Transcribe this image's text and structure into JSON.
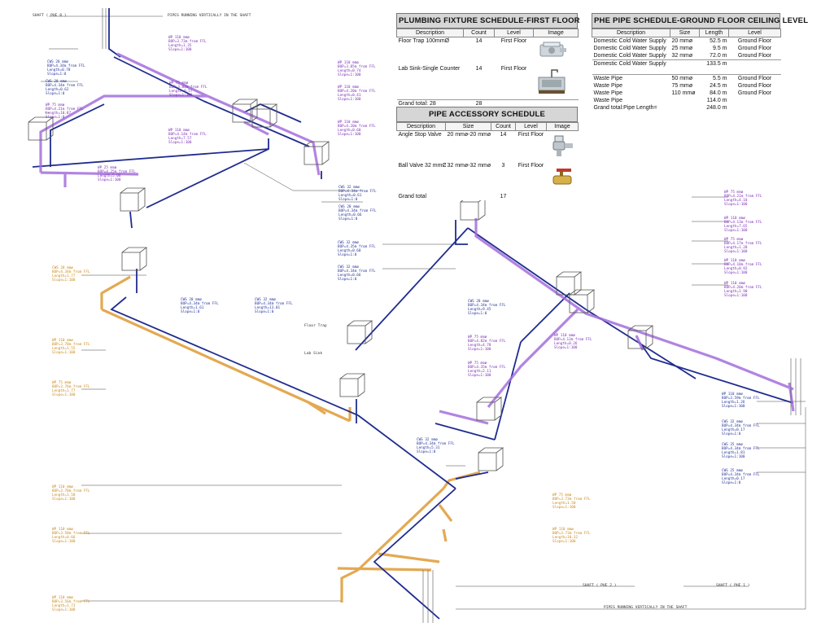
{
  "annotations": {
    "shaft_top": "SHAFT ( PHE 8 )",
    "pipes_top": "PIPES RUNNING VERTICALLY IN THE SHAFT",
    "shaft_bottom_1": "SHAFT ( PHE 2 )",
    "shaft_bottom_2": "SHAFT ( PHE 1 )",
    "pipes_bottom": "PIPES RUNNING VERTICALLY IN THE SHAFT",
    "floor_trap": "Floor Trap",
    "lab_sink": "Lab Sink"
  },
  "fixture_schedule": {
    "title": "PLUMBING FIXTURE SCHEDULE-FIRST FLOOR",
    "headers": [
      "Description",
      "Count",
      "Level",
      "Image"
    ],
    "rows": [
      {
        "description": "Floor Trap 100mmØ",
        "count": "14",
        "level": "First Floor",
        "image": "floor-trap"
      },
      {
        "description": "Lab Sink-Single Counter",
        "count": "14",
        "level": "First Floor",
        "image": "lab-sink"
      }
    ],
    "grand_total_label": "Grand total: 28",
    "grand_total_count": "28"
  },
  "accessory_schedule": {
    "title": "PIPE ACCESSORY SCHEDULE",
    "headers": [
      "Description",
      "Size",
      "Count",
      "Level",
      "Image"
    ],
    "rows": [
      {
        "description": "Angle Stop Valve",
        "size": "20 mmø-20 mmø",
        "count": "14",
        "level": "First Floor",
        "image": "angle-stop-valve"
      },
      {
        "description": "Ball Valve 32 mmØ",
        "size": "32 mmø-32 mmø",
        "count": "3",
        "level": "First Floor",
        "image": "ball-valve"
      }
    ],
    "grand_total_label": "Grand total",
    "grand_total_count": "17"
  },
  "pipe_schedule": {
    "title": "PHE PIPE SCHEDULE-GROUND FLOOR CEILING LEVEL",
    "headers": [
      "Description",
      "Size",
      "Length",
      "Level"
    ],
    "rows_supply": [
      {
        "description": "Domestic Cold Water Supply",
        "size": "20 mmø",
        "length": "52.5 m",
        "level": "Ground Floor"
      },
      {
        "description": "Domestic Cold Water Supply",
        "size": "25 mmø",
        "length": "9.5 m",
        "level": "Ground Floor"
      },
      {
        "description": "Domestic Cold Water Supply",
        "size": "32 mmø",
        "length": "72.0 m",
        "level": "Ground Floor"
      }
    ],
    "subtotal_supply": {
      "description": "Domestic Cold Water Supply",
      "length": "133.5 m"
    },
    "rows_waste": [
      {
        "description": "Waste Pipe",
        "size": "50 mmø",
        "length": "5.5 m",
        "level": "Ground Floor"
      },
      {
        "description": "Waste Pipe",
        "size": "75 mmø",
        "length": "24.5 m",
        "level": "Ground Floor"
      },
      {
        "description": "Waste Pipe",
        "size": "110 mmø",
        "length": "84.0 m",
        "level": "Ground Floor"
      }
    ],
    "subtotal_waste": {
      "description": "Waste Pipe",
      "length": "114.0 m"
    },
    "grand_total_label": "Grand total:Pipe Length=",
    "grand_total_length": "248.0 m"
  },
  "callouts": [
    {
      "color": "purple",
      "text": "WP 110 mmø\nBOP=3.73m from FFL\nLength=1.35\nSlope=1:100"
    },
    {
      "color": "blue",
      "text": "CWS 20 mmø\nBOP=4.34m from FFL\nLength=0.78\nSlope=1:0"
    },
    {
      "color": "blue",
      "text": "CWS 20 mmø\nBOP=4.34m from FFL\nLength=0.62\nSlope=1:0"
    },
    {
      "color": "purple",
      "text": "WP 75 mmø\nBOP=3.82m from FFL\nLength=0.57\nSlope=1:100"
    },
    {
      "color": "purple",
      "text": "WP 110 mmø\nBOP=3.85m from FFL\nLength=0.74\nSlope=1:100"
    },
    {
      "color": "purple",
      "text": "WP 110 mmø\nBOP=4.20m from FFL\nLength=0.41\nSlope=1:100"
    },
    {
      "color": "purple",
      "text": "WP 75 mmø\nBOP=4.21m from FFL\nLength=10.87\nSlope=1:0"
    },
    {
      "color": "purple",
      "text": "WP 110 mmø\nBOP=4.14m from FFL\nLength=7.57\nSlope=1:100"
    },
    {
      "color": "purple",
      "text": "WP 110 mmø\nBOP=4.20m from FFL\nLength=0.60\nSlope=1:100"
    },
    {
      "color": "purple",
      "text": "WP 25 mmø\nBOP=4.25m from FFL\nLength=5.06\nSlope=1:100"
    },
    {
      "color": "blue",
      "text": "CWS 32 mmø\nBOP=4.34m from FFL\nLength=0.61\nSlope=1:0"
    },
    {
      "color": "blue",
      "text": "CWS 20 mmø\nBOP=4.34m from FFL\nLength=0.66\nSlope=1:0"
    },
    {
      "color": "purple",
      "text": "WP 75 mmø\nBOP=4.21m from FFL\nLength=4.10\nSlope=1:100"
    },
    {
      "color": "purple",
      "text": "WP 110 mmø\nBOP=4.13m from FFL\nLength=7.65\nSlope=1:100"
    },
    {
      "color": "purple",
      "text": "WP 75 mmø\nBOP=4.17m from FFL\nLength=1.28\nSlope=1:100"
    },
    {
      "color": "blue",
      "text": "CWS 32 mmø\nBOP=4.35m from FFL\nLength=0.60\nSlope=1:0"
    },
    {
      "color": "blue",
      "text": "CWS 32 mmø\nBOP=4.34m from FFL\nLength=0.66\nSlope=1:0"
    },
    {
      "color": "purple",
      "text": "WP 110 mmø\nBOP=4.18m from FFL\nLength=0.92\nSlope=1:100"
    },
    {
      "color": "purple",
      "text": "WP 110 mmø\nBOP=4.20m from FFL\nLength=1.90\nSlope=1:100"
    },
    {
      "color": "orange",
      "text": "CWS 20 mmø\nBOP=4.34m from FFL\nLength=1.77\nSlope=1:100"
    },
    {
      "color": "blue",
      "text": "CWS 20 mmø\nBOP=4.34m from FFL\nLength=1.61\nSlope=1:0"
    },
    {
      "color": "blue",
      "text": "CWS 32 mmø\nBOP=4.34m from FFL\nLength=13.01\nSlope=1:0"
    },
    {
      "color": "blue",
      "text": "CWS 20 mmø\nBOP=4.34m from FFL\nLength=9.45\nSlope=1:0"
    },
    {
      "color": "orange",
      "text": "WP 110 mmø\nBOP=3.78m from FFL\nLength=1.55\nSlope=1:100"
    },
    {
      "color": "orange",
      "text": "WP 75 mmø\nBOP=3.76m from FFL\nLength=1.77\nSlope=1:100"
    },
    {
      "color": "purple",
      "text": "WP 75 mmø\nBOP=4.82m from FFL\nLength=4.78\nSlope=1:100"
    },
    {
      "color": "purple",
      "text": "WP 75 mmø\nBOP=4.35m from FFL\nLength=2.11\nSlope=1:100"
    },
    {
      "color": "purple",
      "text": "WP 110 mmø\nBOP=4.13m from FFL\nLength=0.26\nSlope=1:100"
    },
    {
      "color": "blue",
      "text": "WP 110 mmø\nBOP=3.59m from FFL\nLength=1.26\nSlope=1:100"
    },
    {
      "color": "blue",
      "text": "CWS 32 mmø\nBOP=4.34m from FFL\nLength=0.17\nSlope=1:0"
    },
    {
      "color": "blue",
      "text": "CWS 25 mmø\nBOP=4.34m from FFL\nLength=1.81\nSlope=1:100"
    },
    {
      "color": "blue",
      "text": "CWS 32 mmø\nBOP=4.34m from FFL\nLength=5.31\nSlope=1:0"
    },
    {
      "color": "blue",
      "text": "CWS 25 mmø\nBOP=4.34m from FFL\nLength=0.17\nSlope=1:0"
    },
    {
      "color": "orange",
      "text": "WP 110 mmø\nBOP=3.78m from FFL\nLength=1.50\nSlope=1:100"
    },
    {
      "color": "orange",
      "text": "WP 75 mmø\nBOP=3.73m from FFL\nLength=1.50\nSlope=1:100"
    },
    {
      "color": "orange",
      "text": "WP 110 mmø\nBOP=3.58m from FFL\nLength=0.66\nSlope=1:100"
    },
    {
      "color": "orange",
      "text": "WP 110 mmø\nBOP=3.73m from FFL\nLength=10.32\nSlope=1:100"
    },
    {
      "color": "orange",
      "text": "WP 110 mmø\nBOP=3.56m from FFL\nLength=1.73\nSlope=1:100"
    }
  ]
}
